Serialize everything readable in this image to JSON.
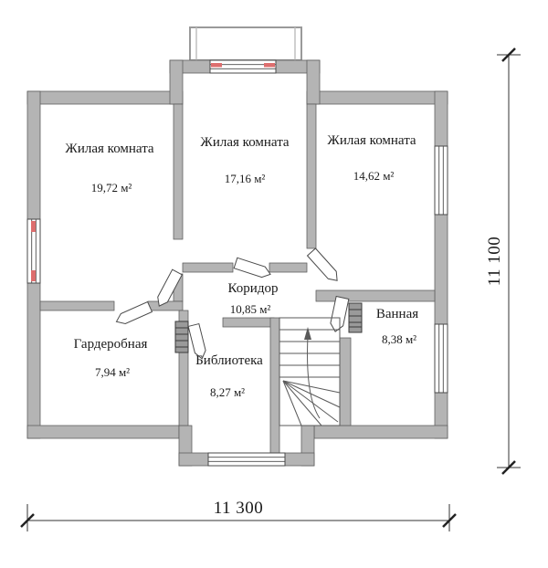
{
  "plan": {
    "rooms": [
      {
        "name": "Жилая комната",
        "area": "19,72 м²"
      },
      {
        "name": "Жилая комната",
        "area": "17,16 м²"
      },
      {
        "name": "Жилая комната",
        "area": "14,62 м²"
      },
      {
        "name": "Коридор",
        "area": "10,85 м²"
      },
      {
        "name": "Гардеробная",
        "area": "7,94 м²"
      },
      {
        "name": "Библиотека",
        "area": "8,27 м²"
      },
      {
        "name": "Ванная",
        "area": "8,38 м²"
      }
    ],
    "dimensions": {
      "width": "11 300",
      "height": "11 100"
    },
    "colors": {
      "wall_fill": "#b4b4b4",
      "wall_outline": "#4a4a4a",
      "window_accent": "#dd6e6e",
      "text": "#1a1a1a"
    }
  }
}
